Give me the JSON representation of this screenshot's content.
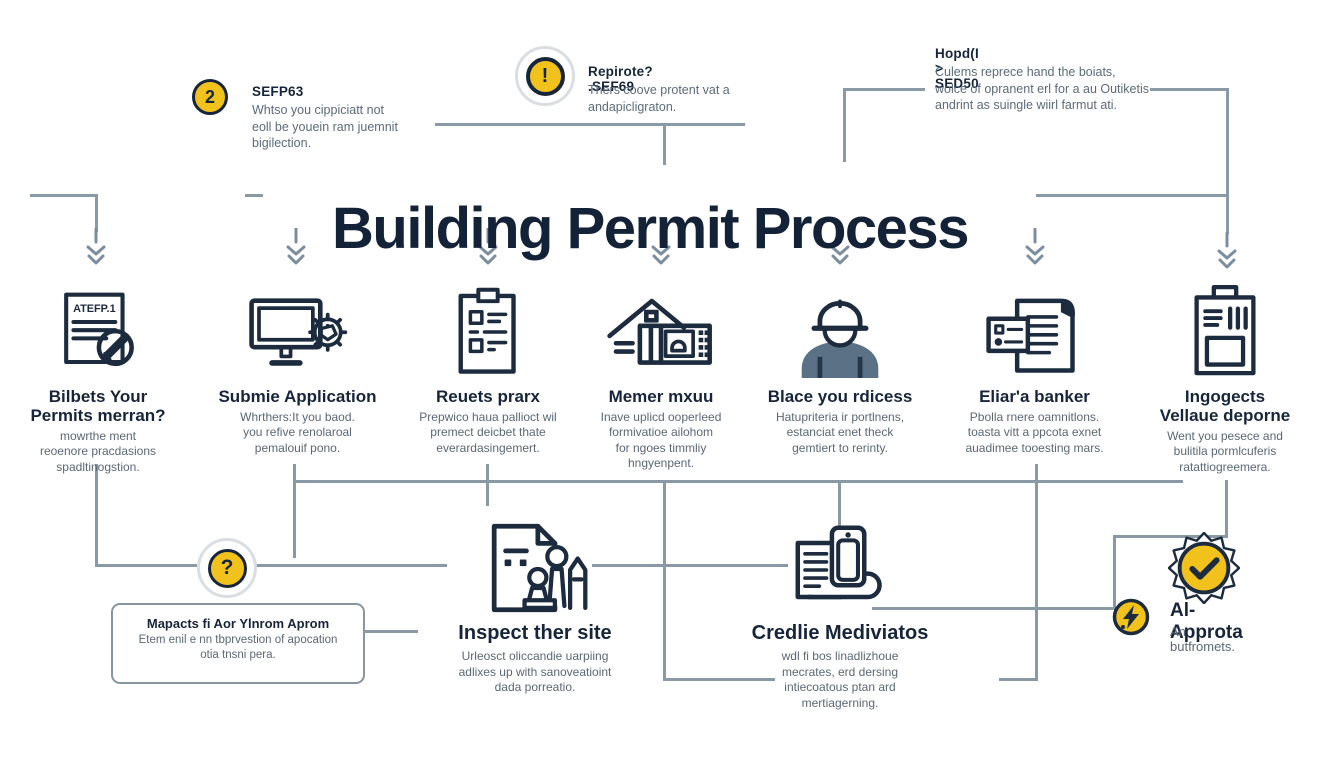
{
  "title": "Building Permit Process",
  "colors": {
    "ink": "#17253b",
    "body_text": "#5a6876",
    "connector": "#8a99a6",
    "accent_yellow": "#f2c21c"
  },
  "callouts": {
    "step2": {
      "badge": "2",
      "title": "SEFP63",
      "body": "Whtso you cippiciatt not\neoll be youein ram juemnit\nbigilection."
    },
    "notice": {
      "badge": "!",
      "title": "Repirote? .SEF69",
      "body": "Thers coove protent vat a\nandapicligraton."
    },
    "hop": {
      "title": "Hopd(I > SED50",
      "body": "Culems reprece hand the boiats,\nwolce of opranent erl for a au Outiketis\nandrint as suingle wiirl farmut ati."
    }
  },
  "steps": [
    {
      "icon": "document-pencil-icon",
      "icon_label": "ATEFP.1",
      "heading": "Bilbets Your\nPermits merran?",
      "body": "mowrthe ment\nreoenore pracdasions\nspadltinogstion."
    },
    {
      "icon": "monitor-gear-icon",
      "heading": "Submie Application",
      "body": "Whrthers:It you baod.\nyou refive renolaroal\npemalouif pono."
    },
    {
      "icon": "clipboard-checklist-icon",
      "heading": "Reuets prarx",
      "body": "Prepwico haua pallioct wil\npremect deicbet thate\neverardasingemert."
    },
    {
      "icon": "house-icon",
      "heading": "Memer mxuu",
      "body": "Inave uplicd ooperleed\nformivatioe ailohom\nfor ngoes timmliy\nhngyenpent."
    },
    {
      "icon": "construction-worker-icon",
      "heading": "Blace you rdicess",
      "body": "Hatupriteria ir portlnens,\nestanciat enet theck\ngemtiert to rerinty."
    },
    {
      "icon": "scroll-document-icon",
      "heading": "Eliar'a banker",
      "body": "Pbolla rnere oamnitlons.\ntoasta vitt a ppcota exnet\nauadimee tooesting mars."
    },
    {
      "icon": "permit-tag-icon",
      "heading": "Ingogects\nVellaue deporne",
      "body": "Went you pesece and\nbulitila pormlcuferis\nratattiogreemera."
    }
  ],
  "bottom": {
    "question_badge": "?",
    "note_box": {
      "title": "Mapacts fi Aor Ylnrom Aprom",
      "body": "Etem enil e nn tbprvestion of apocation\notia tnsni pera."
    },
    "inspect": {
      "heading": "Inspect ther site",
      "body": "Urleosct oliccandie uarpiing\nadlixes up with sanoveatioint\ndada porreatio."
    },
    "credlie": {
      "heading": "Credlie Mediviatos",
      "body": "wdl fi bos linadlizhoue\nmecrates, erd dersing\nintiecoatous ptan ard\nmertiagerning."
    },
    "ai": {
      "heading": "Al-Approta",
      "body": "An butfromets."
    }
  }
}
